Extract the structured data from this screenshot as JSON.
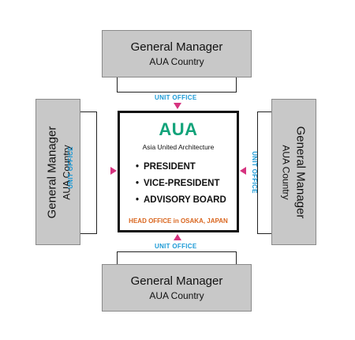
{
  "center": {
    "title": "AUA",
    "subtitle": "Asia United Architecture",
    "roles": [
      {
        "bullet": "•",
        "label": "PRESIDENT"
      },
      {
        "bullet": "•",
        "label": "VICE-PRESIDENT"
      },
      {
        "bullet": "•",
        "label": "ADVISORY BOARD"
      }
    ],
    "head_office": "HEAD OFFICE  in OSAKA, JAPAN"
  },
  "managers": {
    "top": {
      "title": "General Manager",
      "subtitle": "AUA Country"
    },
    "bottom": {
      "title": "General Manager",
      "subtitle": "AUA Country"
    },
    "left": {
      "title": "General Manager",
      "subtitle": "AUA Country"
    },
    "right": {
      "title": "General Manager",
      "subtitle": "AUA Country"
    }
  },
  "unit_office": {
    "top": "UNIT OFFICE",
    "bottom": "UNIT OFFICE",
    "left": "UNIT OFFICE",
    "right": "UNIT OFFICE"
  },
  "colors": {
    "title_green": "#12a37a",
    "unit_blue": "#1c9ad6",
    "arrow_pink": "#d6337f",
    "head_office_orange": "#d9661f",
    "box_gray": "#c8c8c8"
  }
}
